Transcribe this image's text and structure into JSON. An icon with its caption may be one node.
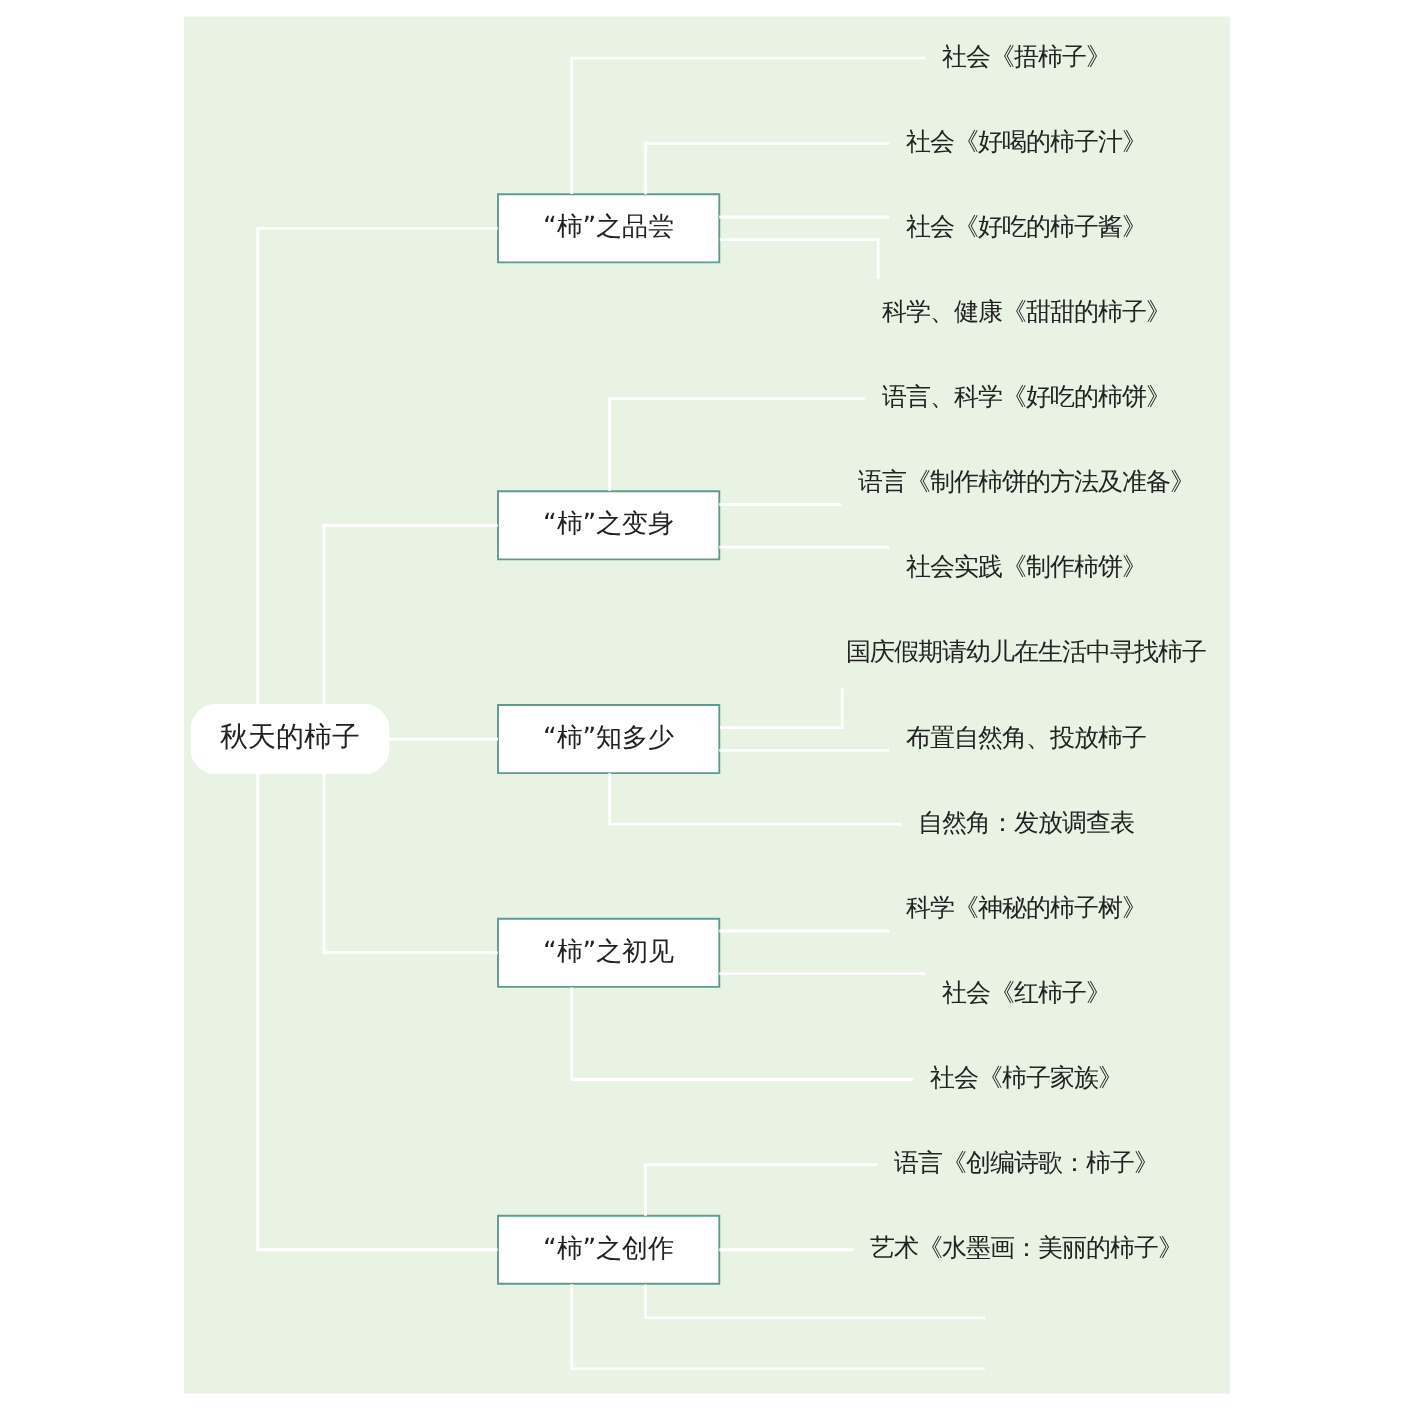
{
  "diagram": {
    "nodes": [
      {
        "text": [
          "秋天的柿子"
        ]
      },
      {
        "text": [
          "“柿”之品尝"
        ]
      },
      {
        "text": [
          "社会《捂柿子》"
        ]
      },
      {
        "text": [
          "社会《好喝的柿子汁》"
        ]
      },
      {
        "text": [
          "社会《好吃的柿子酱》"
        ]
      },
      {
        "text": [
          "科学、健康《甜甜的柿子》"
        ]
      },
      {
        "text": [
          "“柿”之变身"
        ]
      },
      {
        "text": [
          "语言、科学《好吃的柿饼》"
        ]
      },
      {
        "text": [
          "语言《制作柿饼的方法及准备》"
        ]
      },
      {
        "text": [
          "社会实践《制作柿饼》"
        ]
      },
      {
        "text": [
          "“柿”知多少"
        ]
      },
      {
        "text": [
          "国庆假期请幼儿在生活中寻找柿子"
        ]
      },
      {
        "text": [
          "布置自然角、投放柿子"
        ]
      },
      {
        "text": [
          "自然角：发放调查表"
        ]
      },
      {
        "text": [
          "“柿”之初见"
        ]
      },
      {
        "text": [
          "科学《神秘的柿子树》"
        ]
      },
      {
        "text": [
          "社会《红柿子》"
        ]
      },
      {
        "text": [
          "社会《柿子家族》"
        ]
      },
      {
        "text": [
          "“柿”之创作"
        ]
      },
      {
        "text": [
          "语言《创编诗歌：柿子》"
        ]
      },
      {
        "text": [
          "艺术《水墨画：美丽的柿子》"
        ]
      }
    ],
    "edges": [
      {
        "from": 0,
        "to": 1,
        "arrow": "none"
      },
      {
        "from": 1,
        "to": 2,
        "arrow": "none"
      },
      {
        "from": 1,
        "to": 3,
        "arrow": "none"
      },
      {
        "from": 1,
        "to": 4,
        "arrow": "none"
      },
      {
        "from": 1,
        "to": 5,
        "arrow": "none"
      },
      {
        "from": 0,
        "to": 6,
        "arrow": "none"
      },
      {
        "from": 6,
        "to": 7,
        "arrow": "none"
      },
      {
        "from": 6,
        "to": 8,
        "arrow": "none"
      },
      {
        "from": 6,
        "to": 9,
        "arrow": "none"
      },
      {
        "from": 0,
        "to": 10,
        "arrow": "none"
      },
      {
        "from": 10,
        "to": 11,
        "arrow": "none"
      },
      {
        "from": 10,
        "to": 12,
        "arrow": "none"
      },
      {
        "from": 10,
        "to": 13,
        "arrow": "none"
      },
      {
        "from": 0,
        "to": 14,
        "arrow": "none"
      },
      {
        "from": 14,
        "to": 15,
        "arrow": "none"
      },
      {
        "from": 14,
        "to": 16,
        "arrow": "none"
      },
      {
        "from": 14,
        "to": 17,
        "arrow": "none"
      },
      {
        "from": 0,
        "to": 18,
        "arrow": "none"
      },
      {
        "from": 18,
        "to": 19,
        "arrow": "none"
      },
      {
        "from": 18,
        "to": 20,
        "arrow": "none"
      },
      {
        "from": 18,
        "to": null,
        "arrow": "none"
      },
      {
        "from": 18,
        "to": null,
        "arrow": "none"
      }
    ]
  }
}
